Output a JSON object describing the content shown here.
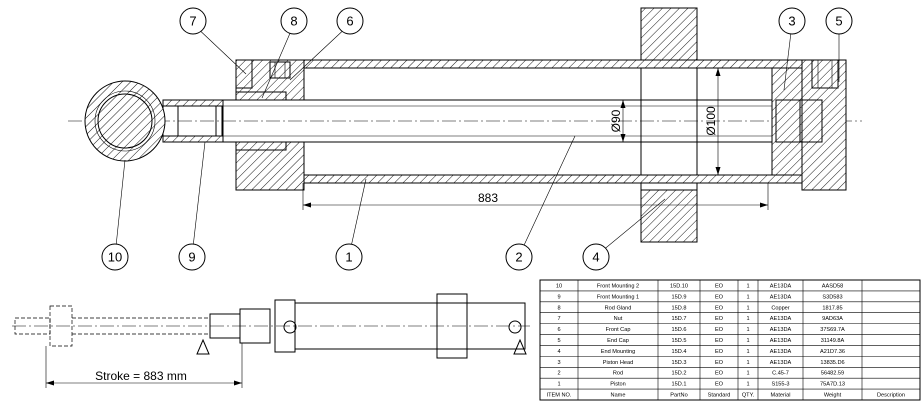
{
  "callouts": [
    {
      "id": "callout-7",
      "label": "7"
    },
    {
      "id": "callout-8",
      "label": "8"
    },
    {
      "id": "callout-6",
      "label": "6"
    },
    {
      "id": "callout-3",
      "label": "3"
    },
    {
      "id": "callout-5",
      "label": "5"
    },
    {
      "id": "callout-10",
      "label": "10"
    },
    {
      "id": "callout-9",
      "label": "9"
    },
    {
      "id": "callout-1",
      "label": "1"
    },
    {
      "id": "callout-2",
      "label": "2"
    },
    {
      "id": "callout-4",
      "label": "4"
    }
  ],
  "dimensions": {
    "length_883": "883",
    "dia_90": "Ø90",
    "dia_100": "Ø100",
    "stroke": "Stroke = 883 mm"
  },
  "bom": {
    "headers": [
      "ITEM NO.",
      "Name",
      "PartNo",
      "Standard",
      "QTY.",
      "Material",
      "Weight",
      "Description"
    ],
    "rows": [
      [
        "10",
        "Front Mounting 2",
        "15D.10",
        "EO",
        "1",
        "AE13DA",
        "AASD58",
        ""
      ],
      [
        "9",
        "Front Mounting 1",
        "15D.9",
        "EO",
        "1",
        "AE13DA",
        "S3D583",
        ""
      ],
      [
        "8",
        "Rod Gland",
        "15D.8",
        "EO",
        "1",
        "Copper",
        "1817.85",
        ""
      ],
      [
        "7",
        "Nut",
        "15D.7",
        "EO",
        "1",
        "AE13DA",
        "9AD63A",
        ""
      ],
      [
        "6",
        "Front Cap",
        "15D.6",
        "EO",
        "1",
        "AE13DA",
        "37S69.7A",
        ""
      ],
      [
        "5",
        "End Cap",
        "15D.5",
        "EO",
        "1",
        "AE13DA",
        "31149.8A",
        ""
      ],
      [
        "4",
        "End Mounting",
        "15D.4",
        "EO",
        "1",
        "AE13DA",
        "A21D7.36",
        ""
      ],
      [
        "3",
        "Piston Head",
        "15D.3",
        "EO",
        "1",
        "AE13DA",
        "13835.D6",
        ""
      ],
      [
        "2",
        "Rod",
        "15D.2",
        "EO",
        "1",
        "C.45-7",
        "56482.59",
        ""
      ],
      [
        "1",
        "Piston",
        "15D.1",
        "EO",
        "1",
        "S155-3",
        "75A7D.13",
        ""
      ]
    ]
  }
}
